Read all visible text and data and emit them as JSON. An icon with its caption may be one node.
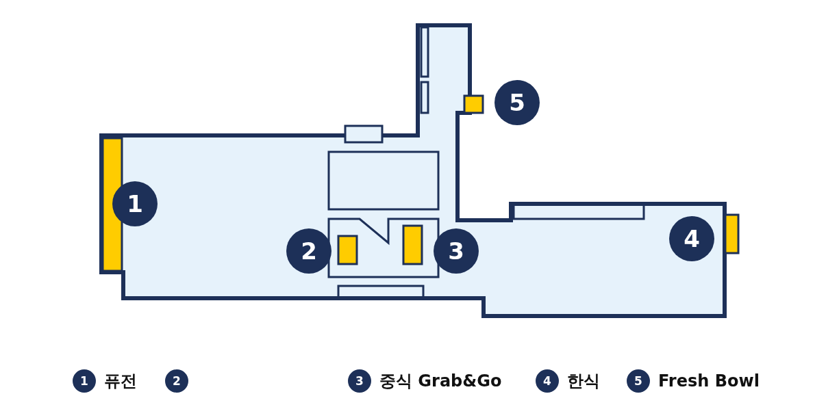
{
  "diagram": {
    "nodes": [
      {
        "text": [
          "1"
        ]
      },
      {
        "text": [
          "2"
        ]
      },
      {
        "text": [
          "3"
        ]
      },
      {
        "text": [
          "4"
        ]
      },
      {
        "text": [
          "5"
        ]
      },
      {
        "text": [
          "1"
        ],
        "beside": [
          "퓨전"
        ]
      },
      {
        "text": [
          "2"
        ]
      },
      {
        "text": [
          "3"
        ],
        "beside": [
          "중식 Grab&Go"
        ]
      },
      {
        "text": [
          "4"
        ],
        "beside": [
          "한식"
        ]
      },
      {
        "text": [
          "5"
        ],
        "beside": [
          "Fresh Bowl"
        ]
      }
    ]
  }
}
